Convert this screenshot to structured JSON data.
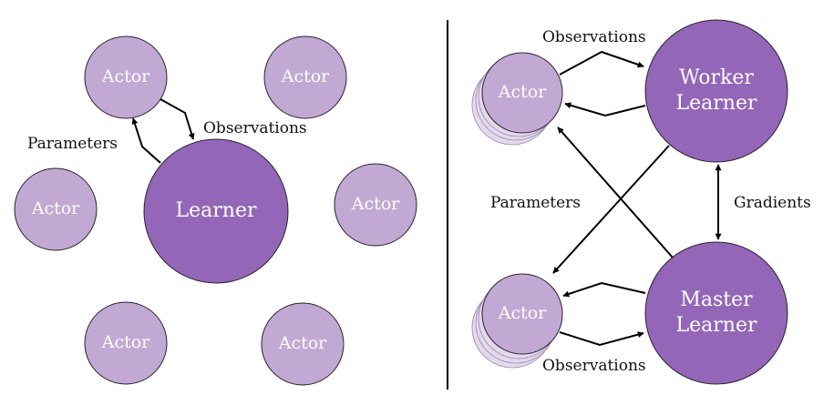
{
  "left_panel": {
    "actors": [
      "Actor",
      "Actor",
      "Actor",
      "Actor",
      "Actor",
      "Actor"
    ],
    "learner": "Learner",
    "parameters_label": "Parameters",
    "observations_label": "Observations"
  },
  "right_panel": {
    "top_actor": "Actor",
    "bottom_actor": "Actor",
    "worker_learner_line1": "Worker",
    "worker_learner_line2": "Learner",
    "master_learner_line1": "Master",
    "master_learner_line2": "Learner",
    "observations_top_label": "Observations",
    "observations_bottom_label": "Observations",
    "parameters_label": "Parameters",
    "gradients_label": "Gradients"
  },
  "colors": {
    "actor_fill": "#c2a9d3",
    "learner_fill": "#9466b8",
    "ghost_fill": "#e4d9ec",
    "divider": "#000000"
  }
}
